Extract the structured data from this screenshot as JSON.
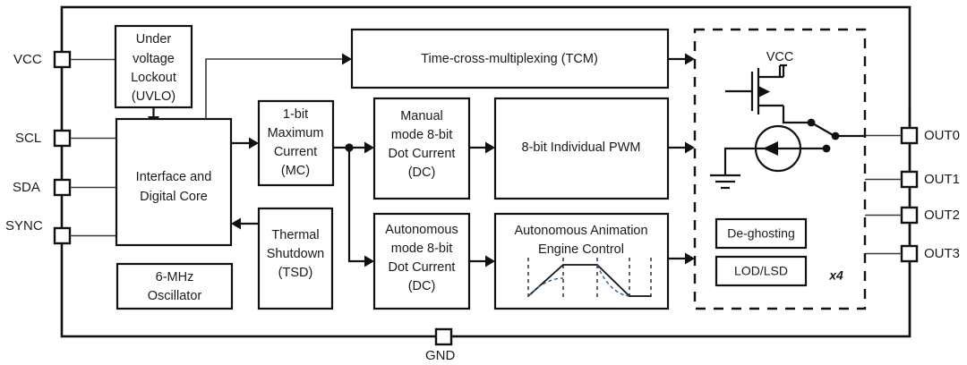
{
  "diagram": {
    "title": "LED driver functional block diagram",
    "outer_boundary": "device-package-outline",
    "colors": {
      "line": "#111111",
      "wire": "#3a3a3a",
      "waveform_dashed": "#2b5f9e",
      "fill": "#ffffff"
    }
  },
  "pins": {
    "left": [
      {
        "name": "VCC",
        "label": "VCC"
      },
      {
        "name": "SCL",
        "label": "SCL"
      },
      {
        "name": "SDA",
        "label": "SDA"
      },
      {
        "name": "SYNC",
        "label": "SYNC"
      }
    ],
    "right": [
      {
        "name": "OUT0",
        "label": "OUT0"
      },
      {
        "name": "OUT1",
        "label": "OUT1"
      },
      {
        "name": "OUT2",
        "label": "OUT2"
      },
      {
        "name": "OUT3",
        "label": "OUT3"
      }
    ],
    "bottom": [
      {
        "name": "GND",
        "label": "GND"
      }
    ]
  },
  "blocks": {
    "uvlo": {
      "lines": [
        "Under",
        "voltage",
        "Lockout",
        "(UVLO)"
      ]
    },
    "interface": {
      "lines": [
        "Interface and",
        "Digital Core"
      ]
    },
    "oscillator": {
      "lines": [
        "6-MHz",
        "Oscillator"
      ]
    },
    "mc": {
      "lines": [
        "1-bit",
        "Maximum",
        "Current",
        "(MC)"
      ]
    },
    "tsd": {
      "lines": [
        "Thermal",
        "Shutdown",
        "(TSD)"
      ]
    },
    "tcm": {
      "lines": [
        "Time-cross-multiplexing (TCM)"
      ]
    },
    "manual_dc": {
      "lines": [
        "Manual",
        "mode 8-bit",
        "Dot Current",
        "(DC)"
      ]
    },
    "auto_dc": {
      "lines": [
        "Autonomous",
        "mode 8-bit",
        "Dot Current",
        "(DC)"
      ]
    },
    "pwm": {
      "lines": [
        "8-bit Individual PWM"
      ]
    },
    "anim": {
      "lines": [
        "Autonomous Animation",
        "Engine Control"
      ]
    },
    "deghost": {
      "lines": [
        "De-ghosting"
      ]
    },
    "lodlsd": {
      "lines": [
        "LOD/LSD"
      ]
    }
  },
  "output_stage": {
    "supply_label": "VCC",
    "multiplier_label": "x4",
    "symbols": [
      "pmos-transistor",
      "current-source",
      "spdt-switch",
      "ground"
    ]
  },
  "waveform": {
    "description": "Animation ramp: ramp-up, hold, ramp-down, flat with exponential dashed overlays",
    "solid_points": "ramp up / plateau / ramp down / low hold",
    "dashed_color": "#2b5f9e"
  }
}
